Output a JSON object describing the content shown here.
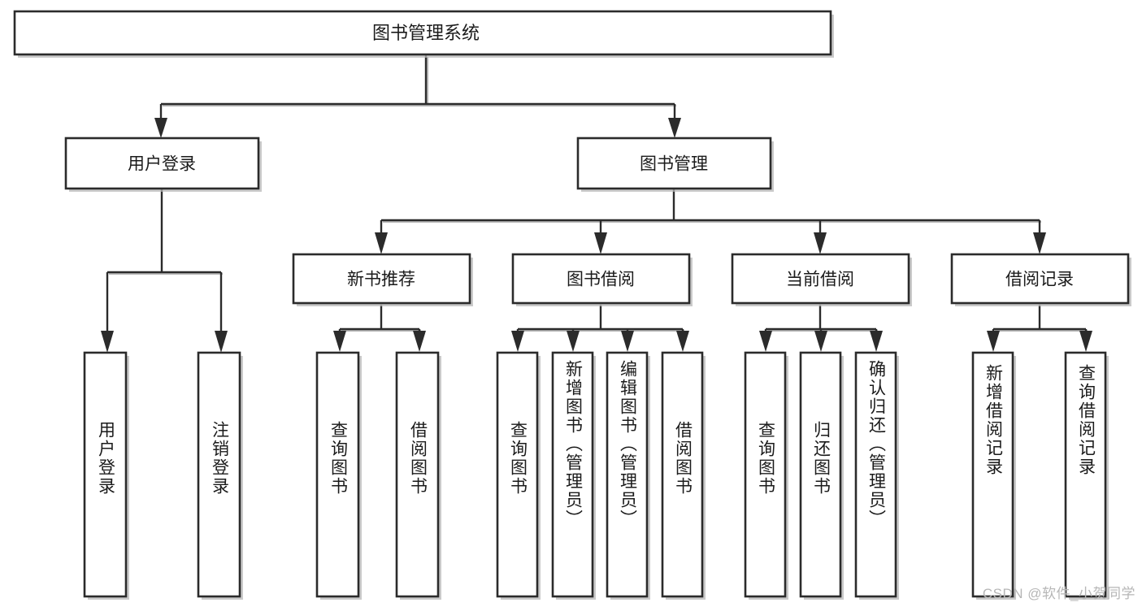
{
  "diagram": {
    "type": "tree",
    "title": "图书管理系统",
    "watermark": "CSDN @软件_小贺同学",
    "colors": {
      "background": "#ffffff",
      "stroke": "#2b2b2b",
      "text": "#1b1b1b",
      "shadow": "#b8b8b8",
      "watermark": "#b6b6b6"
    },
    "root": {
      "label": "图书管理系统"
    },
    "level2": [
      {
        "label": "用户登录"
      },
      {
        "label": "图书管理"
      }
    ],
    "level3": [
      {
        "label": "新书推荐"
      },
      {
        "label": "图书借阅"
      },
      {
        "label": "当前借阅"
      },
      {
        "label": "借阅记录"
      }
    ],
    "leaves": {
      "user_login": [
        {
          "label": "用户登录"
        },
        {
          "label": "注销登录"
        }
      ],
      "new_book_recommend": [
        {
          "label": "查询图书"
        },
        {
          "label": "借阅图书"
        }
      ],
      "book_borrow": [
        {
          "label": "查询图书"
        },
        {
          "label": "新增图书（管理员）"
        },
        {
          "label": "编辑图书（管理员）"
        },
        {
          "label": "借阅图书"
        }
      ],
      "current_borrow": [
        {
          "label": "查询图书"
        },
        {
          "label": "归还图书"
        },
        {
          "label": "确认归还（管理员）"
        }
      ],
      "borrow_record": [
        {
          "label": "新增借阅记录"
        },
        {
          "label": "查询借阅记录"
        }
      ]
    }
  }
}
